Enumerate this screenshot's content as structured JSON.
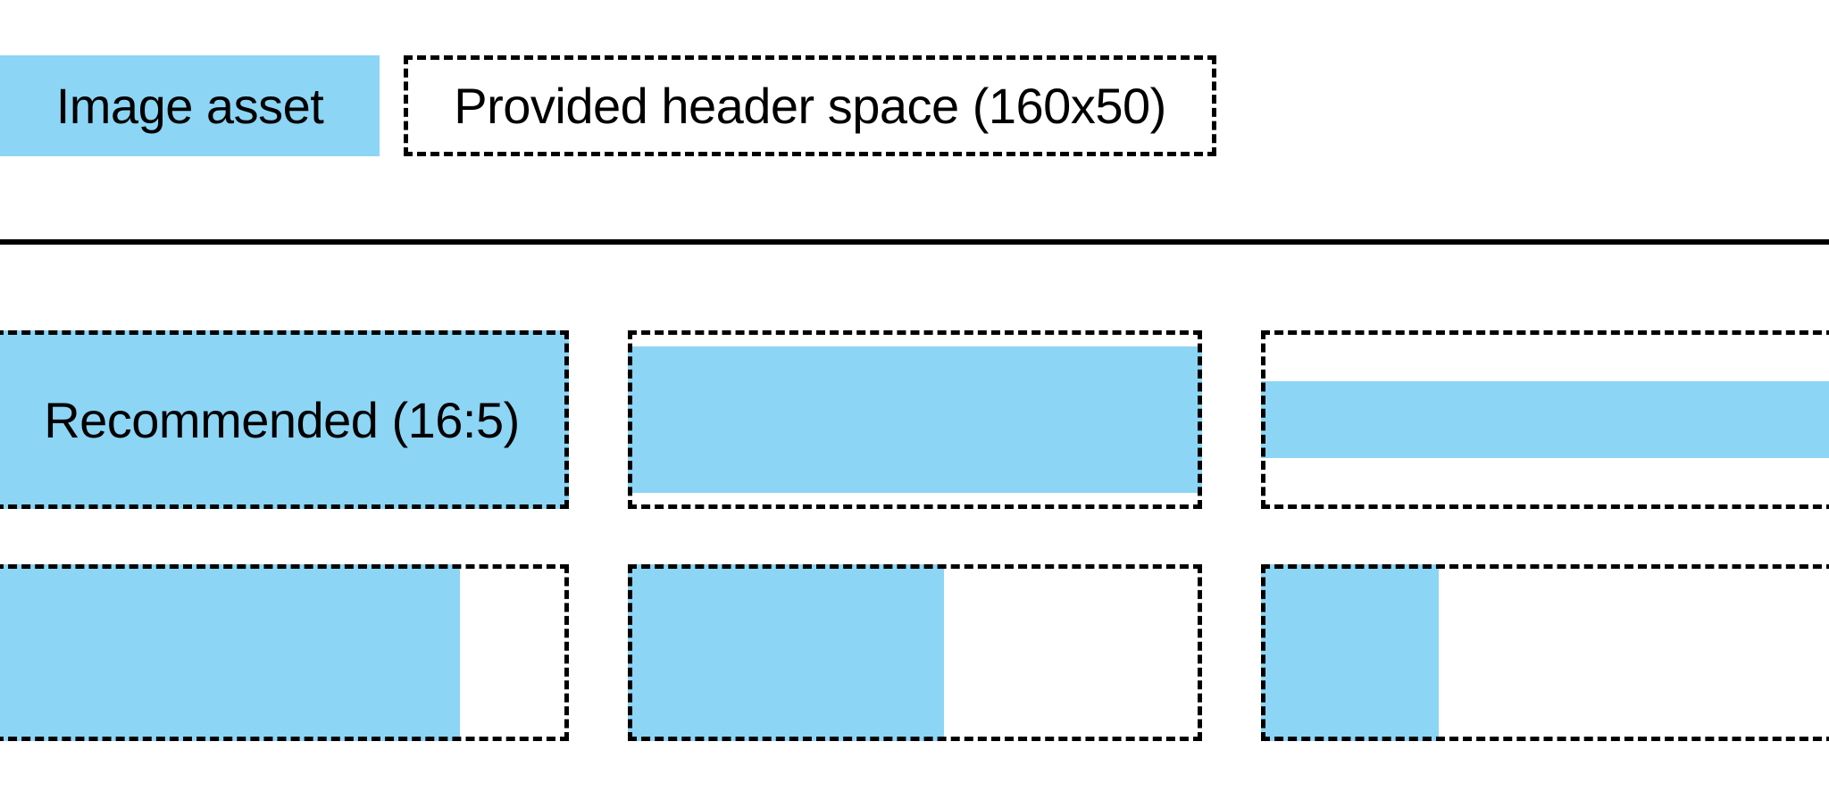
{
  "colors": {
    "asset_blue": "#8cd5f5",
    "ink": "#000000",
    "background": "#ffffff"
  },
  "legend": {
    "asset_swatch_label": "Image asset",
    "header_space_label": "Provided header space (160x50)"
  },
  "examples": {
    "rows": [
      {
        "name": "wide-asset-fits-height",
        "cells": [
          {
            "label": "Recommended (16:5)",
            "fill_width_pct": 100,
            "fill_height_pct": 100
          },
          {
            "label": "",
            "fill_width_pct": 100,
            "fill_height_pct": 82
          },
          {
            "label": "",
            "fill_width_pct": 100,
            "fill_height_pct": 43
          }
        ]
      },
      {
        "name": "narrow-asset-fits-width",
        "cells": [
          {
            "label": "",
            "fill_width_pct": 81,
            "fill_height_pct": 100
          },
          {
            "label": "",
            "fill_width_pct": 55,
            "fill_height_pct": 100
          },
          {
            "label": "",
            "fill_width_pct": 31,
            "fill_height_pct": 100
          }
        ]
      }
    ]
  }
}
